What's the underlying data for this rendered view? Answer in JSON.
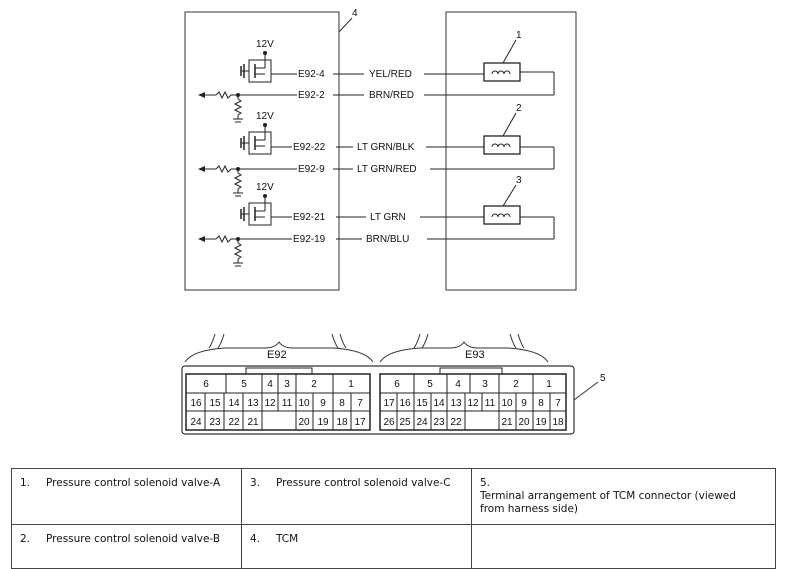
{
  "tcm": {
    "ref": "4",
    "v12": "12V",
    "terminals": [
      "E92-4",
      "E92-2",
      "E92-22",
      "E92-9",
      "E92-21",
      "E92-19"
    ],
    "wires": [
      "YEL/RED",
      "BRN/RED",
      "LT GRN/BLK",
      "LT GRN/RED",
      "LT GRN",
      "BRN/BLU"
    ]
  },
  "solenoids": [
    "1",
    "2",
    "3"
  ],
  "connector": {
    "ref": "5",
    "e92": {
      "label": "E92",
      "row1": [
        "6",
        "5",
        "4",
        "3",
        "2",
        "1"
      ],
      "row2": [
        "16",
        "15",
        "14",
        "13",
        "12",
        "11",
        "10",
        "9",
        "8",
        "7"
      ],
      "row3": [
        "24",
        "23",
        "22",
        "21",
        "20",
        "19",
        "18",
        "17"
      ]
    },
    "e93": {
      "label": "E93",
      "row1": [
        "6",
        "5",
        "4",
        "3",
        "2",
        "1"
      ],
      "row2": [
        "17",
        "16",
        "15",
        "14",
        "13",
        "12",
        "11",
        "10",
        "9",
        "8",
        "7"
      ],
      "row3": [
        "26",
        "25",
        "24",
        "23",
        "22",
        "21",
        "20",
        "19",
        "18"
      ]
    }
  },
  "legend": [
    {
      "num": "1.",
      "text": "Pressure control solenoid valve-A"
    },
    {
      "num": "3.",
      "text": "Pressure control solenoid valve-C"
    },
    {
      "num": "5.",
      "text": "Terminal arrangement of TCM connector (viewed from harness side)"
    },
    {
      "num": "2.",
      "text": "Pressure control solenoid valve-B"
    },
    {
      "num": "4.",
      "text": "TCM"
    }
  ]
}
